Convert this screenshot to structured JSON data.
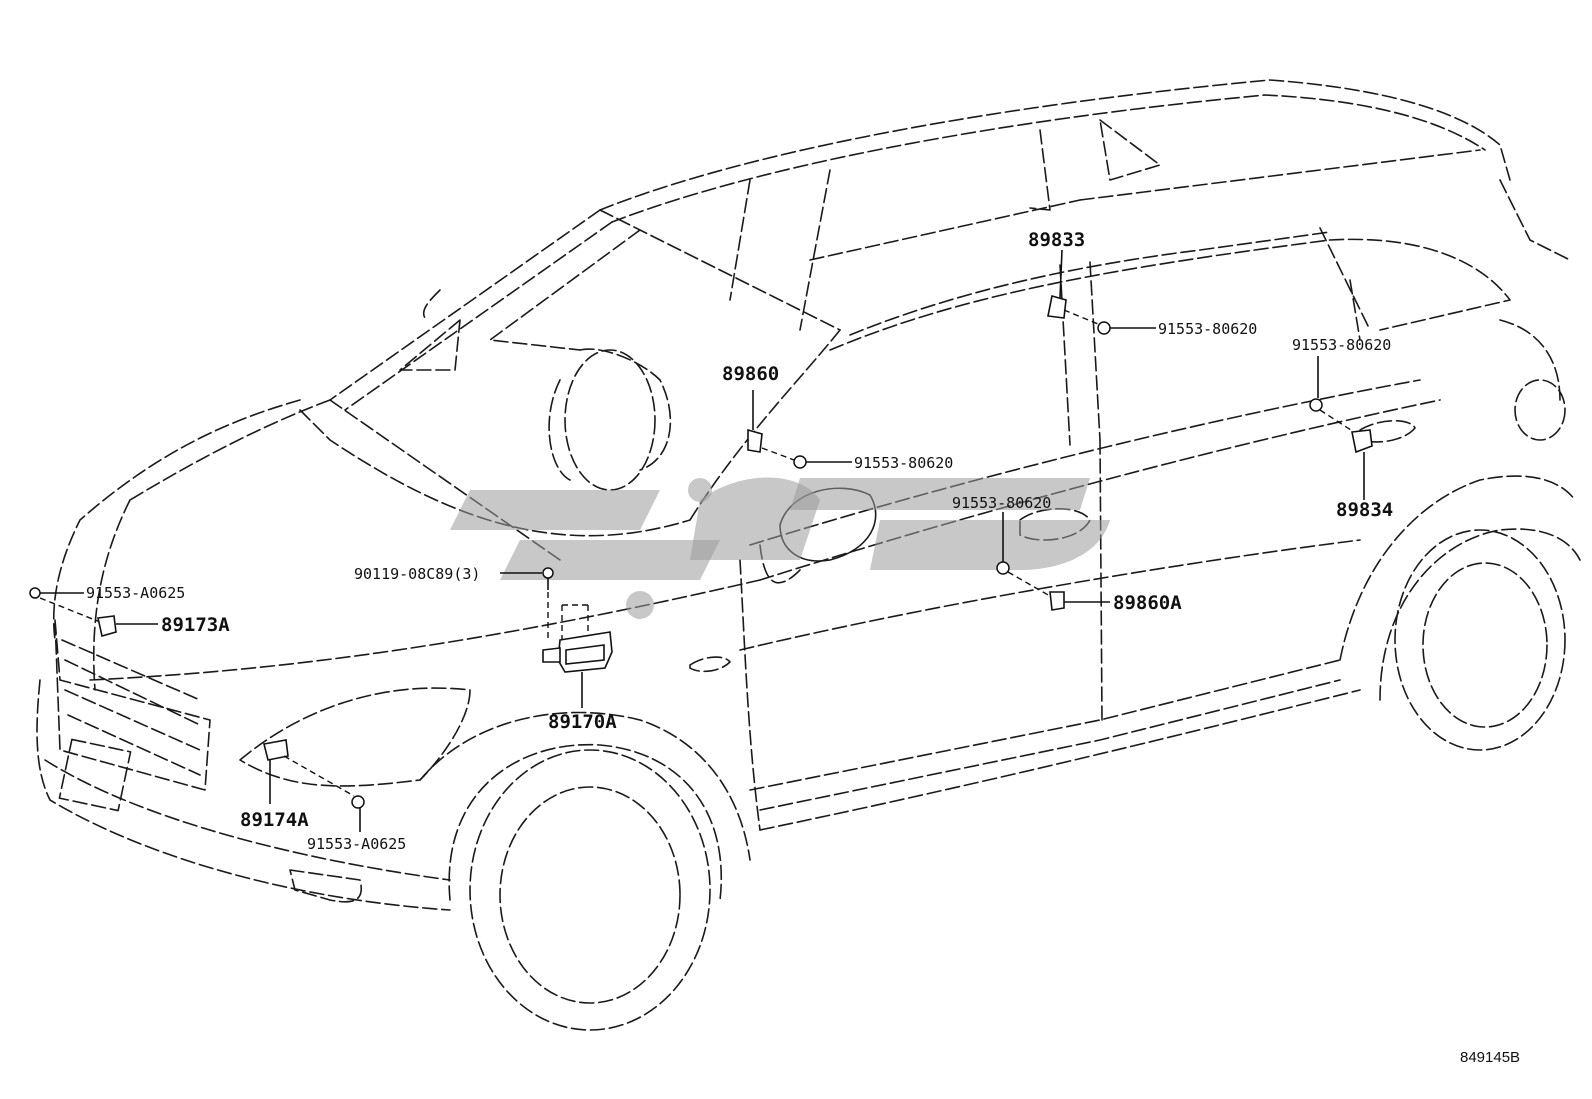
{
  "diagram": {
    "labels": {
      "p89833": "89833",
      "p91553_80620_a": "91553-80620",
      "p91553_80620_b": "91553-80620",
      "p89860": "89860",
      "p91553_80620_c": "91553-80620",
      "p91553_80620_d": "91553-80620",
      "p89834": "89834",
      "p89860A": "89860A",
      "p90119": "90119-08C89(3)",
      "p91553_A0625_a": "91553-A0625",
      "p89173A": "89173A",
      "p89170A": "89170A",
      "p89174A": "89174A",
      "p91553_A0625_b": "91553-A0625"
    },
    "figure_code": "849145B"
  }
}
